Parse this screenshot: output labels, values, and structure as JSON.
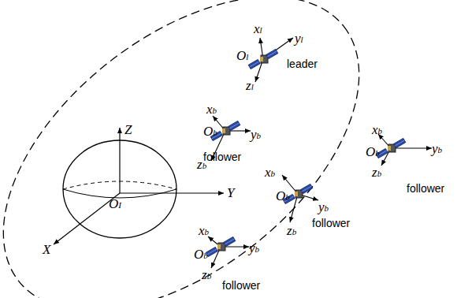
{
  "diagram": {
    "labels": [
      "xl",
      "yl",
      "Ol",
      "leader",
      "zl",
      "Z",
      "OI",
      "Y",
      "X",
      "xb",
      "Ob",
      "yb",
      "follower",
      "zb",
      "xb",
      "Ob",
      "yb",
      "zb",
      "follower",
      "xb",
      "Ob",
      "yb",
      "zb",
      "follower",
      "xb",
      "Ob",
      "yb",
      "zb",
      "follower"
    ]
  }
}
